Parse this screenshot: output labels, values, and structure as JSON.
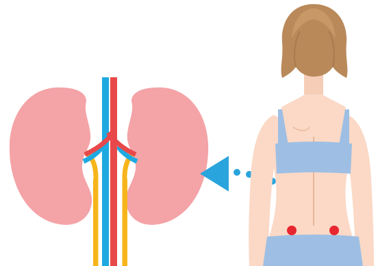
{
  "colors": {
    "kidney": "#f4a3a7",
    "kidney_outline": "#f2c0c3",
    "artery": "#e8484a",
    "vein": "#1ea9e1",
    "ureter": "#f7b51b",
    "arrow": "#2aa4dc",
    "hair": "#b9895a",
    "hair_shade": "#a87a4d",
    "skin": "#fbd9c6",
    "skin_shade": "#f3c4ab",
    "bra": "#9ebfe3",
    "pants": "#9ebfe3",
    "pain_dot": "#e8262f"
  },
  "icons": {
    "kidneys": "kidneys-illustration",
    "arrow": "dotted-arrow-icon",
    "person": "woman-back-view",
    "pain_points": "pain-point-markers"
  }
}
